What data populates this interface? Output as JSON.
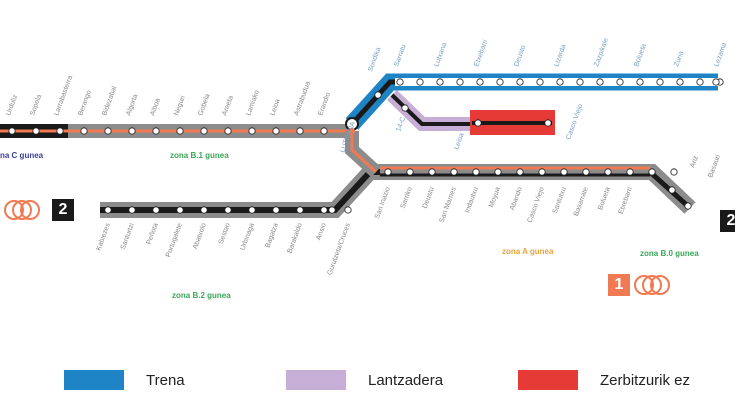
{
  "colors": {
    "trena": "#1f84c6",
    "lantzadera": "#c7aed6",
    "zerbitzurik_ez": "#e53a35",
    "line_gray": "#8c8c8c",
    "line_black": "#1a1a1a",
    "line_orange": "#f07a52",
    "zone_c": "#3a3f9b",
    "zone_b": "#3aa657",
    "zone_a": "#e6a33b"
  },
  "zones": {
    "c": "na C gunea",
    "b1": "zona B.1 gunea",
    "b2": "zona B.2 gunea",
    "a": "zona A gunea",
    "b0": "zona B.0 gunea"
  },
  "badges": {
    "left": "2",
    "right": "2",
    "bottom": "1"
  },
  "stations": {
    "top_left": [
      "Urduliz",
      "Sopela",
      "Larrabasterra",
      "Berango",
      "Bidezabal",
      "Algorta",
      "Aiboa",
      "Neguri",
      "Gobela",
      "Areeta",
      "Lamiako",
      "Leioa",
      "Astrabudua",
      "Erandio"
    ],
    "trena": [
      "Sarratu",
      "Lutxana",
      "Etxebarri",
      "Deusto",
      "Lizarda",
      "Zazpikale",
      "Bolueta",
      "Zuria",
      "Lezama"
    ],
    "misc": [
      "Sondika",
      "Leioa",
      "14-C",
      "Casco Viejo"
    ],
    "bottom_left": [
      "Kabiezes",
      "Santurtzi",
      "Peñota",
      "Portugalete",
      "Abatxolo",
      "Sestao",
      "Urbinaga",
      "Bagatza",
      "Barakaldo",
      "Ansio",
      "Gurutzeta/Cruces"
    ],
    "bottom_right": [
      "San Inazio",
      "Sarriko",
      "Deustu",
      "San Mames",
      "Indautxu",
      "Moyua",
      "Abando",
      "Casco Viejo",
      "Santutxu",
      "Basarrate",
      "Bolueta",
      "Etxebarri",
      "Ariz",
      "Basauri"
    ],
    "junction": "LUTXANA"
  },
  "legend": [
    {
      "key": "trena",
      "label": "Trena"
    },
    {
      "key": "lantzadera",
      "label": "Lantzadera"
    },
    {
      "key": "zerbitzurik_ez",
      "label": "Zerbitzurik ez"
    }
  ]
}
